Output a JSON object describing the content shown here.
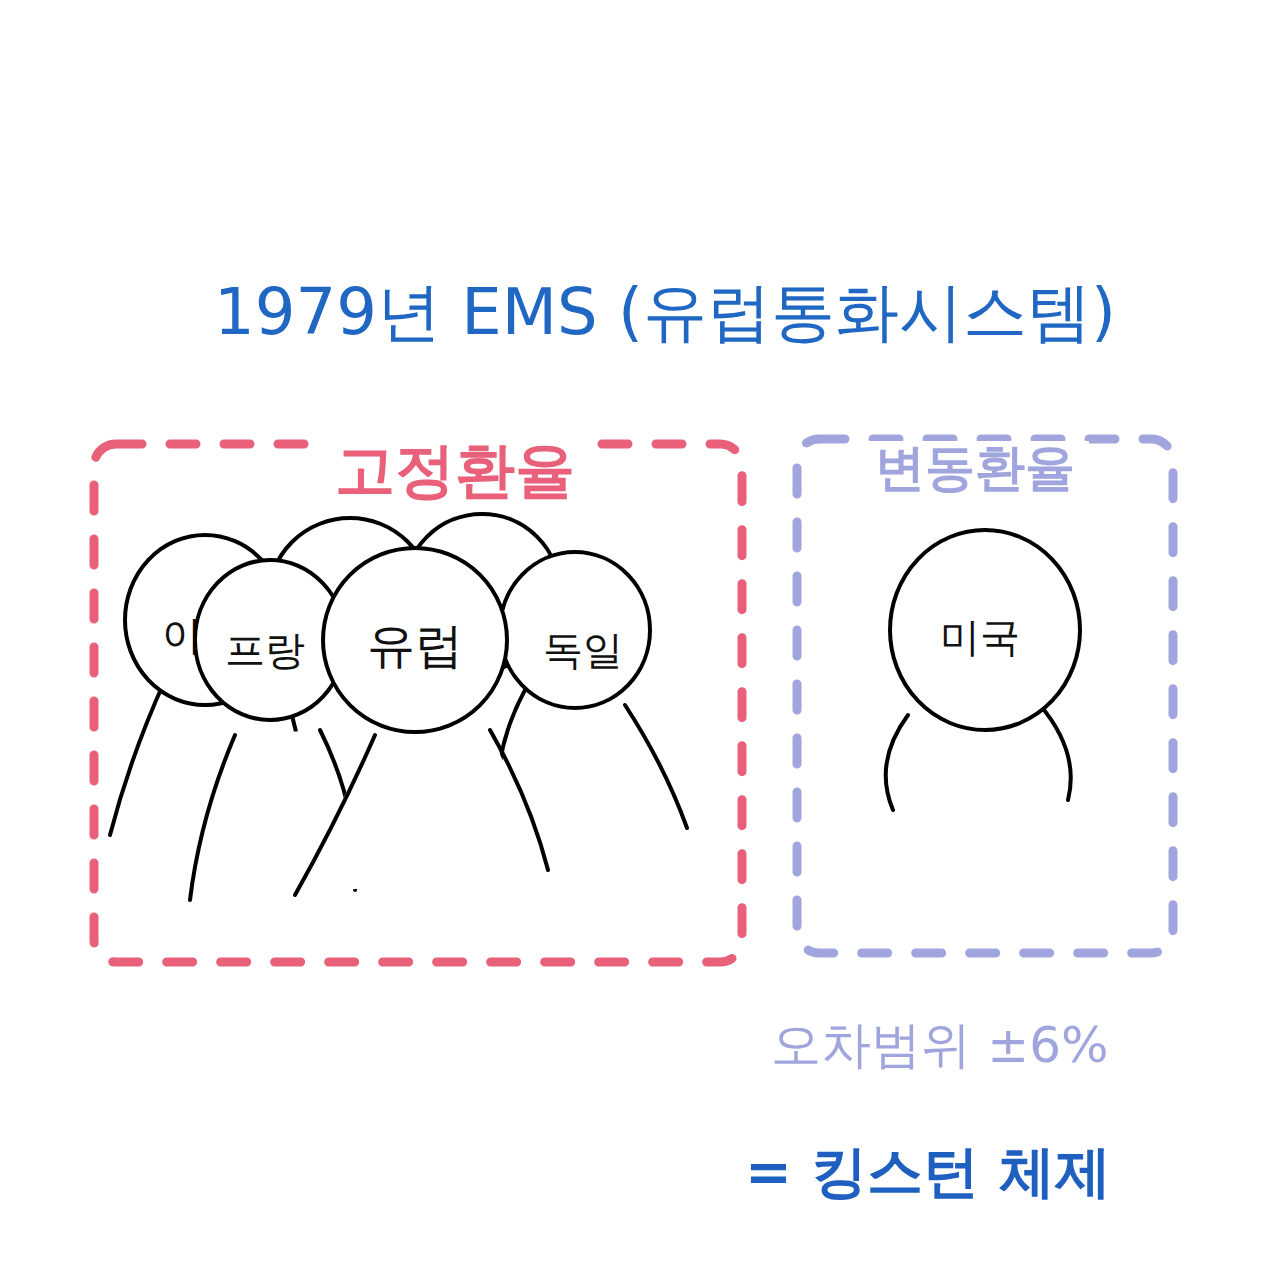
{
  "diagram": {
    "title": "1979년 EMS (유럽통화시스템)",
    "nodes": [
      {
        "text": [
          "고정환율"
        ]
      },
      {
        "text": [
          "이"
        ],
        "in": 0
      },
      {
        "text": [
          "프랑"
        ],
        "in": 0
      },
      {
        "text": [
          "유럽"
        ],
        "in": 0
      },
      {
        "text": [
          "독일"
        ],
        "in": 0
      },
      {
        "text": [
          "변동환율"
        ]
      },
      {
        "text": [
          "미국"
        ],
        "in": 5
      }
    ],
    "labels": [
      "오차범위 ±6%",
      "= 킹스턴 체제"
    ]
  }
}
